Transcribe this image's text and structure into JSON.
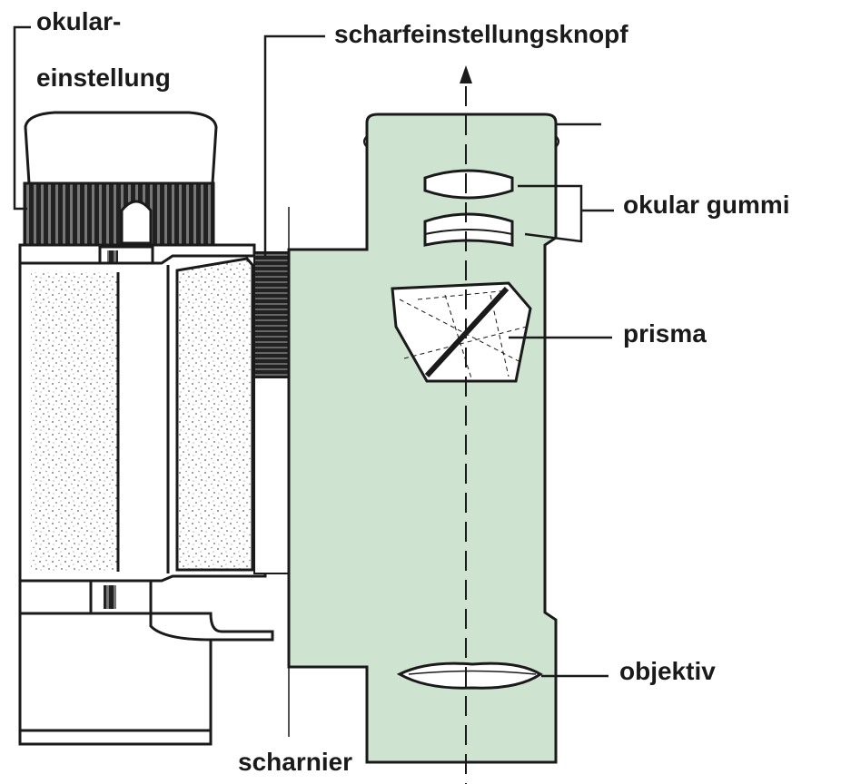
{
  "labels": {
    "eyepiece_adjust_line1": "okular-",
    "eyepiece_adjust_line2": "einstellung",
    "focus_knob": "scharfeinstellungsknopf",
    "eyecup_rubber": "okular gummi",
    "prism": "prisma",
    "objective": "objektiv",
    "hinge": "scharnier"
  },
  "colors": {
    "body_green": "#cfe3d1",
    "outline": "#1a1a1a",
    "paper": "#ffffff"
  }
}
